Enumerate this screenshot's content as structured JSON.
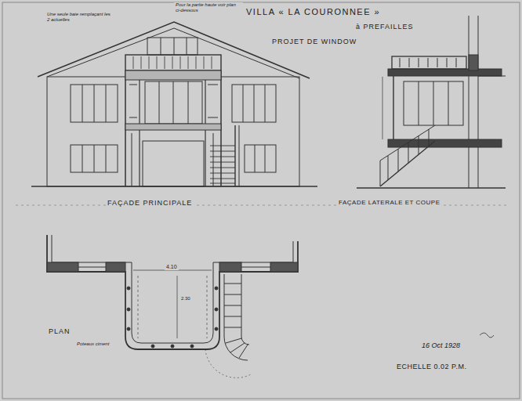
{
  "diagram": {
    "title": "VILLA « LA COURONNEE »",
    "labels": [
      "à PREFAILLES",
      "PROJET DE WINDOW",
      "FAÇADE PRINCIPALE",
      "FAÇADE LATERALE ET COUPE",
      "PLAN",
      "4.10",
      "16 Oct 1928",
      "ECHELLE 0.02 P.M.",
      "Une seule baie remplaçant les 2 actuelles",
      "Pour la partie haute voir plan ci-dessous",
      "Poteaux ciment",
      "2.30"
    ]
  }
}
